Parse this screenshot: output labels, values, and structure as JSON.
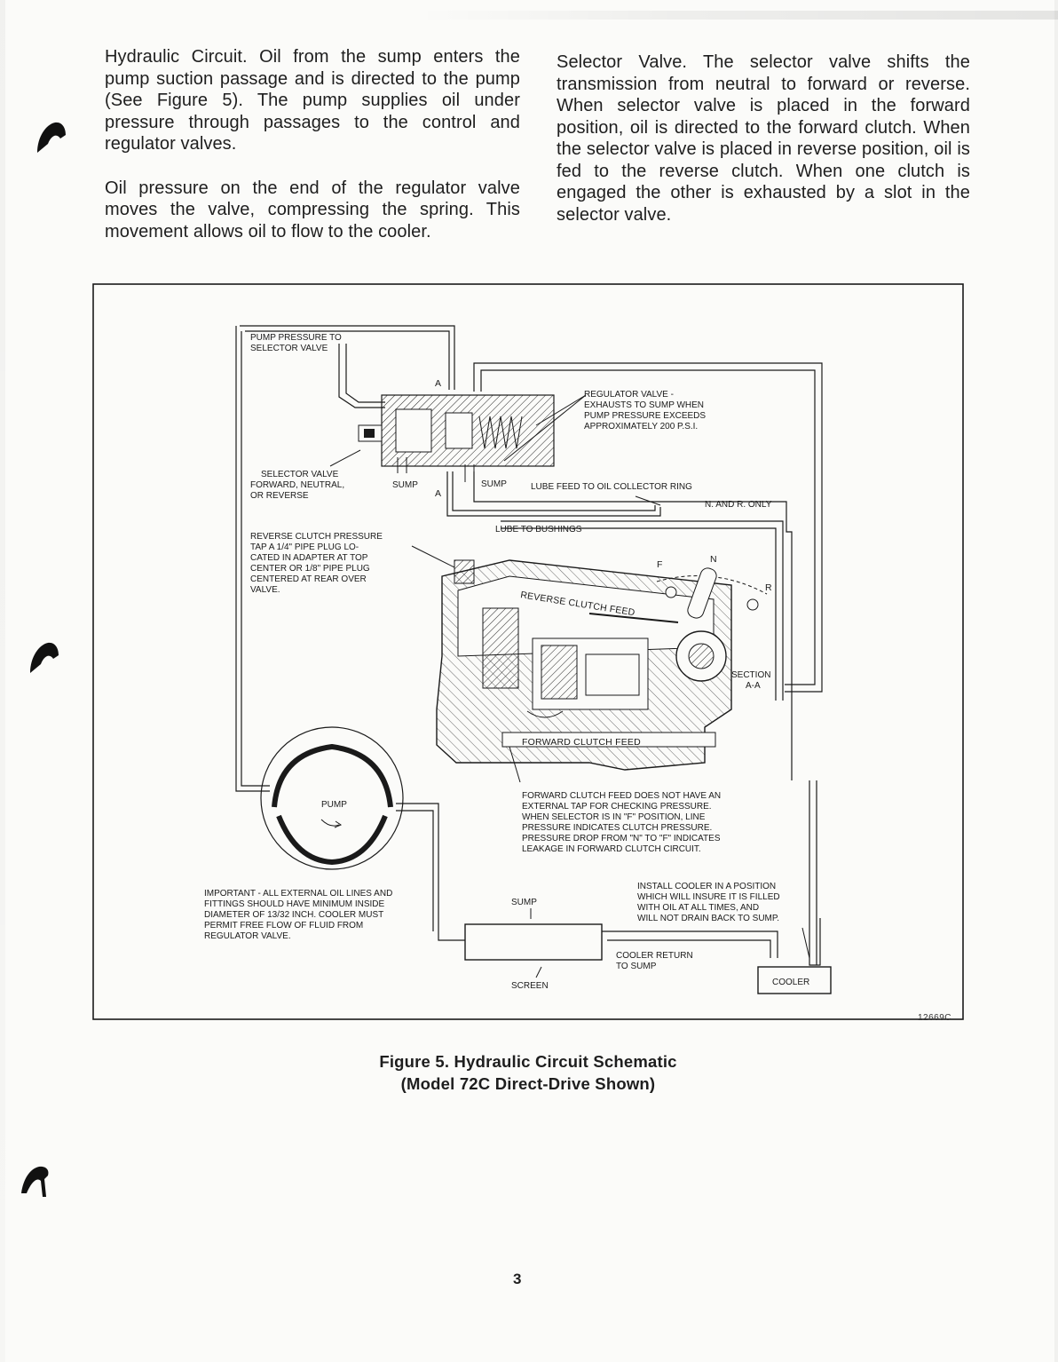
{
  "left_column": {
    "paragraphs": [
      "Hydraulic Circuit. Oil from the sump enters the pump suction passage and is directed to the pump (See Figure 5). The pump supplies oil under pressure through passages to the control and regulator valves.",
      "Oil pressure on the end of the regulator valve moves the valve, compressing the spring. This movement allows oil to flow to the cooler."
    ]
  },
  "right_column": {
    "paragraphs": [
      "Selector Valve. The selector valve shifts the transmission from neutral to forward or reverse. When selector valve is placed in the forward position, oil is directed to the forward clutch. When the selector valve is placed in reverse position, oil is fed to the reverse clutch. When one clutch is engaged the other is exhausted by a slot in the selector valve."
    ]
  },
  "figure": {
    "code": "12669C",
    "labels": {
      "pump_pressure": [
        "PUMP PRESSURE TO",
        "SELECTOR VALVE"
      ],
      "section_a_top": "A",
      "section_a_bottom": "A",
      "regulator": [
        "REGULATOR VALVE -",
        "EXHAUSTS TO SUMP WHEN",
        "PUMP PRESSURE EXCEEDS",
        "APPROXIMATELY 200 P.S.I."
      ],
      "selector": [
        "SELECTOR VALVE",
        "FORWARD, NEUTRAL,",
        "OR REVERSE"
      ],
      "sump_left": "SUMP",
      "sump_box": "SUMP",
      "lube_feed": "LUBE FEED TO OIL COLLECTOR RING",
      "n_r_only": "N. AND R. ONLY",
      "lube_bushings": "LUBE TO BUSHINGS",
      "reverse_tap": [
        "REVERSE CLUTCH PRESSURE",
        "TAP A 1/4\" PIPE PLUG LO-",
        "CATED IN ADAPTER AT TOP",
        "CENTER OR 1/8\" PIPE PLUG",
        "CENTERED AT REAR OVER",
        "VALVE."
      ],
      "reverse_feed": "REVERSE CLUTCH FEED",
      "forward_feed": "FORWARD CLUTCH FEED",
      "pos_f": "F",
      "pos_n": "N",
      "pos_r": "R",
      "section": [
        "SECTION",
        "A-A"
      ],
      "pump": "PUMP",
      "forward_note": [
        "FORWARD CLUTCH FEED DOES NOT HAVE AN",
        "EXTERNAL TAP FOR CHECKING PRESSURE.",
        "WHEN SELECTOR IS IN \"F\" POSITION, LINE",
        "PRESSURE INDICATES CLUTCH PRESSURE.",
        "PRESSURE DROP FROM \"N\" TO \"F\" INDICATES",
        "LEAKAGE IN FORWARD CLUTCH CIRCUIT."
      ],
      "important": [
        "IMPORTANT - ALL EXTERNAL OIL LINES AND",
        "FITTINGS SHOULD HAVE MINIMUM INSIDE",
        "DIAMETER OF 13/32 INCH. COOLER MUST",
        "PERMIT FREE FLOW OF FLUID FROM",
        "REGULATOR VALVE."
      ],
      "sump_bottom": "SUMP",
      "install_cooler": [
        "INSTALL COOLER IN A POSITION",
        "WHICH WILL INSURE IT IS FILLED",
        "WITH OIL AT ALL TIMES, AND",
        "WILL NOT DRAIN BACK TO SUMP."
      ],
      "cooler_return": [
        "COOLER RETURN",
        "TO SUMP"
      ],
      "screen": "SCREEN",
      "cooler": "COOLER"
    }
  },
  "caption": {
    "line1": "Figure 5. Hydraulic Circuit Schematic",
    "line2": "(Model 72C Direct-Drive Shown)"
  },
  "page_number": "3",
  "colors": {
    "ink": "#1a1a1a",
    "paper": "#fbfbf9"
  }
}
